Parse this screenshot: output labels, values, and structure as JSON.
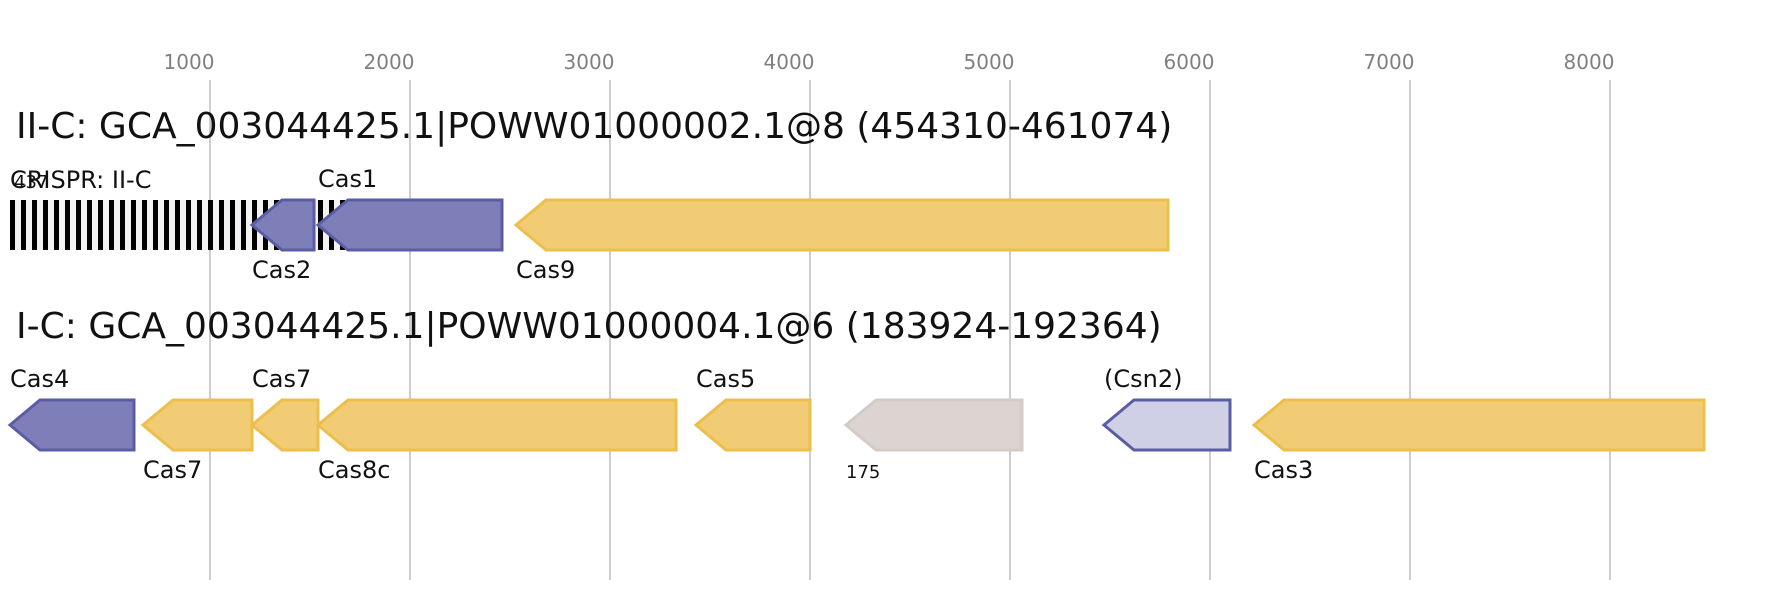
{
  "axis": {
    "ticks": [
      "1000",
      "2000",
      "3000",
      "4000",
      "5000",
      "6000",
      "7000",
      "8000"
    ]
  },
  "tracks": [
    {
      "title": "II-C: GCA_003044425.1|POWW01000002.1@8 (454310-461074)",
      "crispr": {
        "label": "CRISPR: II-C",
        "count": "437"
      },
      "genes": [
        {
          "label": "Cas2",
          "start": 1210,
          "end": 1520,
          "strand": "-",
          "color": "blue",
          "label_pos": "below"
        },
        {
          "label": "Cas1",
          "start": 1540,
          "end": 2460,
          "strand": "-",
          "color": "blue",
          "label_pos": "above"
        },
        {
          "label": "Cas9",
          "start": 2530,
          "end": 5790,
          "strand": "-",
          "color": "yellow",
          "label_pos": "below"
        }
      ]
    },
    {
      "title": "I-C: GCA_003044425.1|POWW01000004.1@6 (183924-192364)",
      "genes": [
        {
          "label": "Cas4",
          "start": 0,
          "end": 620,
          "strand": "-",
          "color": "blue",
          "label_pos": "above"
        },
        {
          "label": "Cas7",
          "start": 665,
          "end": 1210,
          "strand": "-",
          "color": "yellow",
          "label_pos": "below"
        },
        {
          "label": "Cas7",
          "start": 1210,
          "end": 1540,
          "strand": "-",
          "color": "yellow",
          "label_pos": "above"
        },
        {
          "label": "Cas8c",
          "start": 1540,
          "end": 3330,
          "strand": "-",
          "color": "yellow",
          "label_pos": "below"
        },
        {
          "label": "Cas5",
          "start": 3430,
          "end": 4000,
          "strand": "-",
          "color": "yellow",
          "label_pos": "above"
        },
        {
          "label": "175",
          "start": 4180,
          "end": 5060,
          "strand": "-",
          "color": "grey",
          "label_pos": "below",
          "small": true
        },
        {
          "label": "(Csn2)",
          "start": 5470,
          "end": 6100,
          "strand": "-",
          "color": "lightblue",
          "label_pos": "above"
        },
        {
          "label": "Cas3",
          "start": 6220,
          "end": 8470,
          "strand": "-",
          "color": "yellow",
          "label_pos": "below"
        }
      ]
    }
  ],
  "colors": {
    "blue_fill": "#7e7fb9",
    "blue_stroke": "#5a5ca6",
    "yellow_fill": "#f2cc75",
    "yellow_stroke": "#edbf4a",
    "grey_fill": "#dcd4d0",
    "grey_stroke": "#d3cbc6",
    "lightblue_fill": "#cfd0e6",
    "lightblue_stroke": "#5a5ca6",
    "grid": "#bdbdbd",
    "tick_text": "#808080",
    "text": "#111111"
  }
}
